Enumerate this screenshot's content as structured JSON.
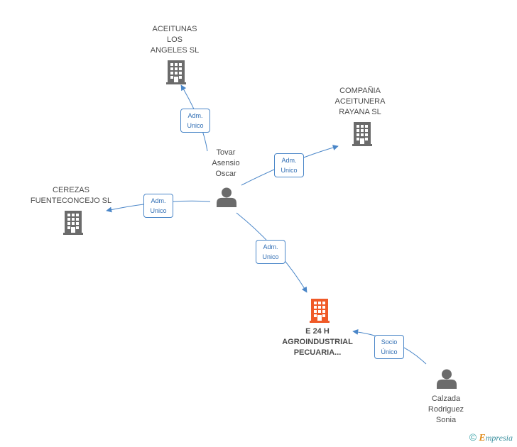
{
  "nodes": {
    "aceitunas": {
      "lines": [
        "ACEITUNAS",
        "LOS",
        "ANGELES SL"
      ]
    },
    "compania": {
      "lines": [
        "COMPAÑIA",
        "ACEITUNERA",
        "RAYANA SL"
      ]
    },
    "cerezas": {
      "lines": [
        "CEREZAS",
        "FUENTECONCEJO SL"
      ]
    },
    "e24h": {
      "lines": [
        "E 24 H",
        "AGROINDUSTRIAL",
        "PECUARIA..."
      ]
    },
    "tovar": {
      "lines": [
        "Tovar",
        "Asensio",
        "Oscar"
      ]
    },
    "calzada": {
      "lines": [
        "Calzada",
        "Rodriguez",
        "Sonia"
      ]
    }
  },
  "edges": {
    "e1": {
      "lines": [
        "Adm.",
        "Unico"
      ]
    },
    "e2": {
      "lines": [
        "Adm.",
        "Unico"
      ]
    },
    "e3": {
      "lines": [
        "Adm.",
        "Unico"
      ]
    },
    "e4": {
      "lines": [
        "Adm.",
        "Unico"
      ]
    },
    "e5": {
      "lines": [
        "Socio",
        "Único"
      ]
    }
  },
  "icons": {
    "company": "building-icon",
    "person": "person-icon"
  },
  "colors": {
    "company": "#6b6b6b",
    "main_company": "#f05a28",
    "person": "#6b6b6b",
    "edge": "#4a86c8"
  },
  "footer": {
    "copyright": "©",
    "brand_initial": "E",
    "brand_rest": "mpresia"
  }
}
